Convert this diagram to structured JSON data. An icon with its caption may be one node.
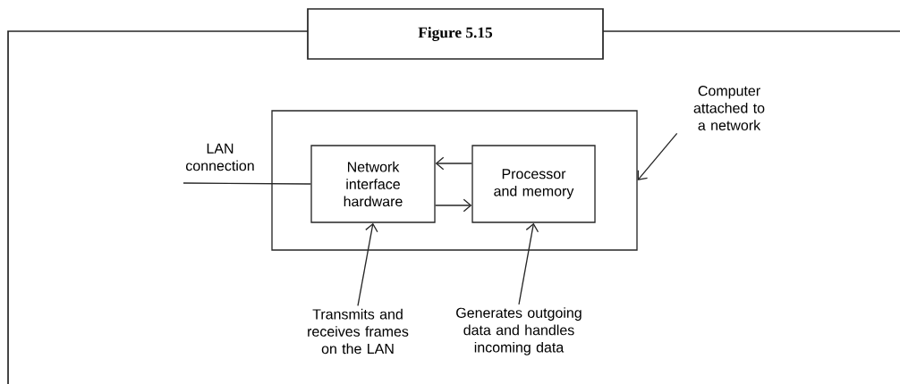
{
  "diagram": {
    "title": "Figure 5.15",
    "nodes": [
      {
        "text": [],
        "shape": "box"
      },
      {
        "text": [
          "Network interface hardware"
        ],
        "in": 0
      },
      {
        "text": [
          "Processor and memory"
        ],
        "in": 0
      },
      {
        "text": [
          "Computer attached to a network"
        ]
      },
      {
        "text": [
          "Transmits and receives frames on the LAN"
        ]
      },
      {
        "text": [
          "Generates outgoing data and handles incoming data"
        ]
      }
    ],
    "edges": [
      {
        "from": null,
        "to": 1,
        "arrow": "none",
        "label": "LAN connection"
      },
      {
        "from": 2,
        "to": 1,
        "arrow": "to"
      },
      {
        "from": 1,
        "to": 2,
        "arrow": "to"
      },
      {
        "from": 3,
        "to": 0,
        "arrow": "to"
      },
      {
        "from": 4,
        "to": 1,
        "arrow": "to"
      },
      {
        "from": 5,
        "to": 2,
        "arrow": "to"
      }
    ]
  }
}
